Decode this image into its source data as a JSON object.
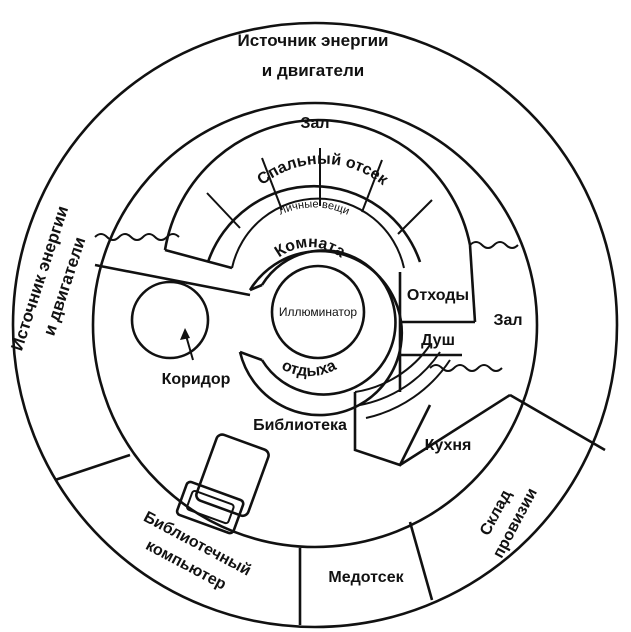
{
  "labels": {
    "power_top_1": "Источник энергии",
    "power_top_2": "и двигатели",
    "power_left_1": "Источник энергии",
    "power_left_2": "и двигатели",
    "hall_top": "Зал",
    "hall_right": "Зал",
    "sleeping": "Спальный отсек",
    "personal": "Личные вещи",
    "room_top": "Комната",
    "porthole": "Иллюминатор",
    "room_bottom": "отдыха",
    "waste": "Отходы",
    "shower": "Душ",
    "corridor": "Коридор",
    "library": "Библиотека",
    "kitchen": "Кухня",
    "storage_1": "Склад",
    "storage_2": "провизии",
    "medbay": "Медотсек",
    "computer_1": "Библиотечный",
    "computer_2": "компьютер"
  }
}
